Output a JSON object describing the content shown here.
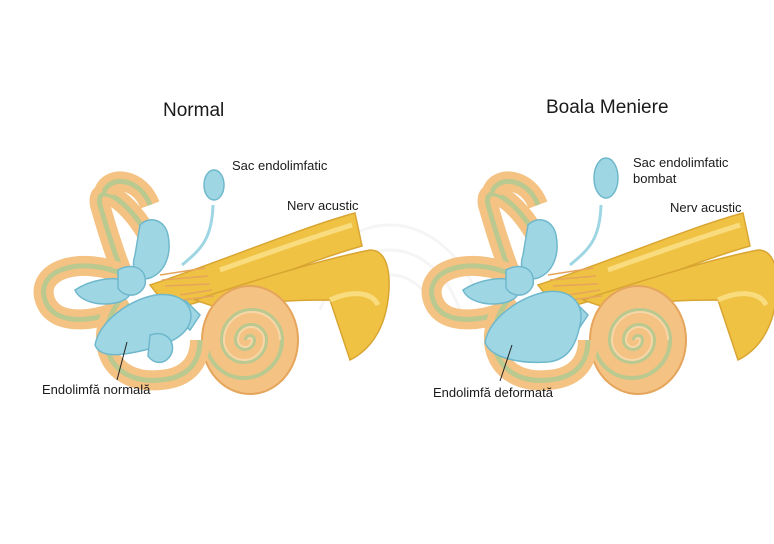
{
  "panels": [
    {
      "title": "Normal",
      "labels": {
        "sac": "Sac endolimfatic",
        "nerve": "Nerv acustic",
        "endolymph": "Endolimfă normală"
      }
    },
    {
      "title": "Boala Meniere",
      "labels": {
        "sac_line1": "Sac endolimfatic",
        "sac_line2": "bombat",
        "nerve": "Nerv acustic",
        "endolymph": "Endolimfă deformată"
      }
    }
  ],
  "colors": {
    "bone": "#f4c283",
    "bone_dark": "#e5a55c",
    "nerve": "#f0c244",
    "nerve_light": "#f8dc7e",
    "fluid": "#9fd6e4",
    "fluid_dark": "#6fb8cc",
    "inner_green": "#b9c98f"
  }
}
